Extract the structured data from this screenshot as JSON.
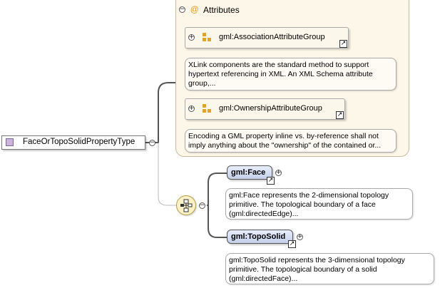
{
  "root": {
    "label": "FaceOrTopoSolidPropertyType",
    "icon": "complex-type-icon"
  },
  "attributes": {
    "header_symbol": "@",
    "header_label": "Attributes",
    "groups": [
      {
        "name": "gml:AssociationAttributeGroup",
        "doc": "XLink components are the standard method to support hypertext referencing in XML. An XML Schema attribute group,..."
      },
      {
        "name": "gml:OwnershipAttributeGroup",
        "doc": "Encoding a GML property inline vs. by-reference shall not imply anything about the \"ownership\" of the contained or..."
      }
    ]
  },
  "choice": {
    "icon": "choice-compositor-icon",
    "elements": [
      {
        "name": "gml:Face",
        "doc": "gml:Face represents the 2-dimensional topology primitive. The topological boundary of a face (gml:directedEdge)..."
      },
      {
        "name": "gml:TopoSolid",
        "doc": "gml:TopoSolid represents the 3-dimensional topology primitive. The topological boundary of a solid (gml:directedFace)..."
      }
    ]
  },
  "symbols": {
    "expand": "+",
    "collapse": "−",
    "link": "↗"
  },
  "colors": {
    "attr_background": "#fdf7e9",
    "attr_symbol": "#e2a230",
    "element_fill": "#c4d0ea",
    "choice_fill": "#fbf1c7",
    "root_icon": "#cbb3dc"
  }
}
